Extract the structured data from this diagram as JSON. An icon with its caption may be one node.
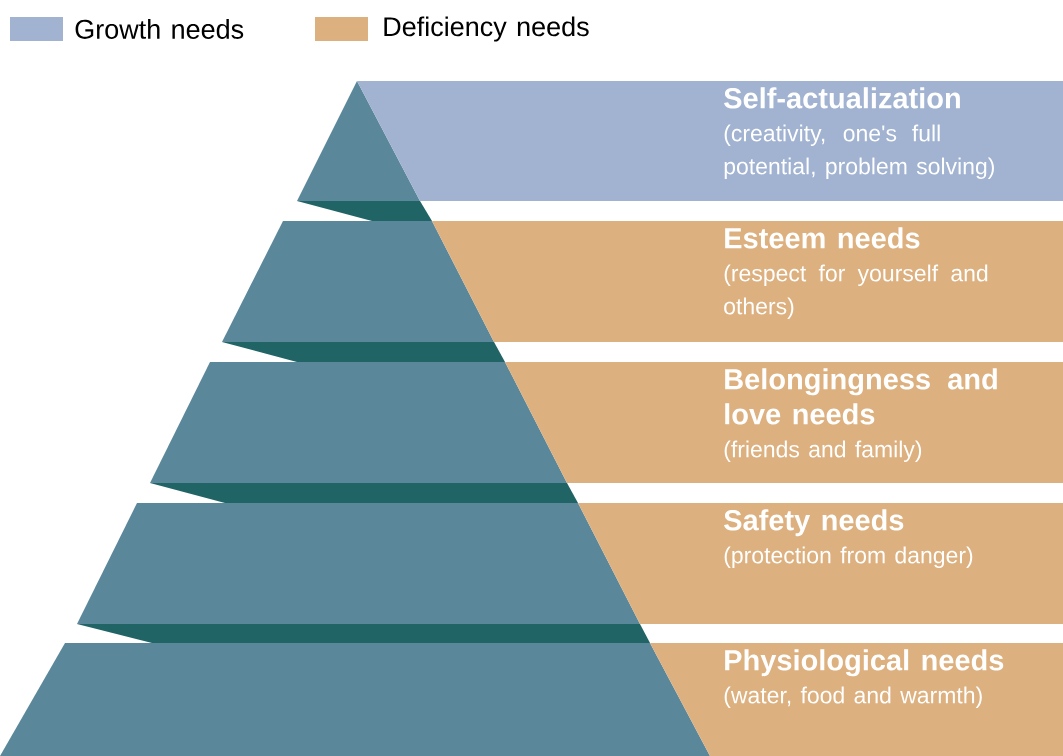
{
  "diagram": {
    "nodes": [
      {
        "text": [
          "Self-actualization",
          "(creativity, one's full potential, problem solving)"
        ]
      },
      {
        "text": [
          "Esteem needs",
          "(respect for yourself and others)"
        ]
      },
      {
        "text": [
          "Belongingness and love needs",
          "(friends and family)"
        ]
      },
      {
        "text": [
          "Safety needs",
          "(protection from danger)"
        ]
      },
      {
        "text": [
          "Physiological needs",
          "(water, food and warmth)"
        ]
      }
    ],
    "legend": [
      {
        "text": "Growth needs",
        "color": "#a1b3d1"
      },
      {
        "text": "Deficiency needs",
        "color": "#ddb07f"
      }
    ]
  }
}
